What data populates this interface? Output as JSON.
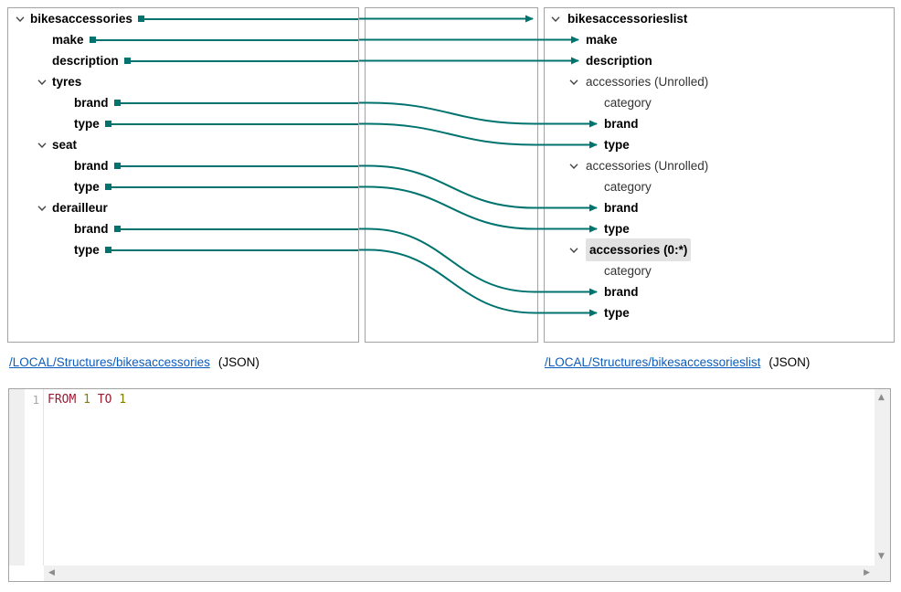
{
  "colors": {
    "accent": "#00736F",
    "link_blue": "#0B5CBD",
    "keyword_red": "#9B1B31",
    "number_olive": "#7F7F00"
  },
  "left_panel": {
    "source_link": "/LOCAL/Structures/bikesaccessories",
    "source_format": "(JSON)",
    "rows": [
      {
        "label": "bikesaccessories",
        "level": 0,
        "chevron": true,
        "bold": true,
        "mapped": true
      },
      {
        "label": "make",
        "level": 1,
        "chevron": false,
        "bold": true,
        "mapped": true
      },
      {
        "label": "description",
        "level": 1,
        "chevron": false,
        "bold": true,
        "mapped": true
      },
      {
        "label": "tyres",
        "level": 1,
        "chevron": true,
        "bold": true,
        "mapped": false
      },
      {
        "label": "brand",
        "level": 2,
        "chevron": false,
        "bold": true,
        "mapped": true
      },
      {
        "label": "type",
        "level": 2,
        "chevron": false,
        "bold": true,
        "mapped": true
      },
      {
        "label": "seat",
        "level": 1,
        "chevron": true,
        "bold": true,
        "mapped": false
      },
      {
        "label": "brand",
        "level": 2,
        "chevron": false,
        "bold": true,
        "mapped": true
      },
      {
        "label": "type",
        "level": 2,
        "chevron": false,
        "bold": true,
        "mapped": true
      },
      {
        "label": "derailleur",
        "level": 1,
        "chevron": true,
        "bold": true,
        "mapped": false
      },
      {
        "label": "brand",
        "level": 2,
        "chevron": false,
        "bold": true,
        "mapped": true
      },
      {
        "label": "type",
        "level": 2,
        "chevron": false,
        "bold": true,
        "mapped": true
      }
    ]
  },
  "right_panel": {
    "source_link": "/LOCAL/Structures/bikesaccessorieslist",
    "source_format": "(JSON)",
    "rows": [
      {
        "label": "bikesaccessorieslist",
        "level": 0,
        "chevron": true,
        "bold": true,
        "arrow": false
      },
      {
        "label": "make",
        "level": 1,
        "chevron": false,
        "bold": true,
        "arrow": true
      },
      {
        "label": "description",
        "level": 1,
        "chevron": false,
        "bold": true,
        "arrow": true
      },
      {
        "label": "accessories (Unrolled)",
        "level": 1,
        "chevron": true,
        "bold": false,
        "arrow": false
      },
      {
        "label": "category",
        "level": 2,
        "chevron": false,
        "bold": false,
        "arrow": false
      },
      {
        "label": "brand",
        "level": 2,
        "chevron": false,
        "bold": true,
        "arrow": true
      },
      {
        "label": "type",
        "level": 2,
        "chevron": false,
        "bold": true,
        "arrow": true
      },
      {
        "label": "accessories (Unrolled)",
        "level": 1,
        "chevron": true,
        "bold": false,
        "arrow": false
      },
      {
        "label": "category",
        "level": 2,
        "chevron": false,
        "bold": false,
        "arrow": false
      },
      {
        "label": "brand",
        "level": 2,
        "chevron": false,
        "bold": true,
        "arrow": true
      },
      {
        "label": "type",
        "level": 2,
        "chevron": false,
        "bold": true,
        "arrow": true
      },
      {
        "label": "accessories (0:*)",
        "level": 1,
        "chevron": true,
        "bold": true,
        "arrow": false,
        "highlighted": true
      },
      {
        "label": "category",
        "level": 2,
        "chevron": false,
        "bold": false,
        "arrow": false
      },
      {
        "label": "brand",
        "level": 2,
        "chevron": false,
        "bold": true,
        "arrow": true
      },
      {
        "label": "type",
        "level": 2,
        "chevron": false,
        "bold": true,
        "arrow": true
      }
    ]
  },
  "mappings": [
    {
      "from": "bikesaccessories",
      "from_row": 0,
      "to": "bikesaccessorieslist",
      "to_row": 0,
      "style": "root"
    },
    {
      "from": "make",
      "from_row": 1,
      "to": "make",
      "to_row": 1
    },
    {
      "from": "description",
      "from_row": 2,
      "to": "description",
      "to_row": 2
    },
    {
      "from": "tyres.brand",
      "from_row": 4,
      "to": "accessories1.brand",
      "to_row": 5
    },
    {
      "from": "tyres.type",
      "from_row": 5,
      "to": "accessories1.type",
      "to_row": 6
    },
    {
      "from": "seat.brand",
      "from_row": 7,
      "to": "accessories2.brand",
      "to_row": 9
    },
    {
      "from": "seat.type",
      "from_row": 8,
      "to": "accessories2.type",
      "to_row": 10
    },
    {
      "from": "derailleur.brand",
      "from_row": 10,
      "to": "accessories3.brand",
      "to_row": 13
    },
    {
      "from": "derailleur.type",
      "from_row": 11,
      "to": "accessories3.type",
      "to_row": 14
    }
  ],
  "editor": {
    "line_number": "1",
    "code_tokens": [
      {
        "text": "FROM",
        "type": "keyword"
      },
      {
        "text": "1",
        "type": "number"
      },
      {
        "text": "TO",
        "type": "keyword"
      },
      {
        "text": "1",
        "type": "number"
      }
    ]
  },
  "icons": {
    "up": "▲",
    "down": "▼",
    "left": "◀",
    "right": "▶"
  }
}
